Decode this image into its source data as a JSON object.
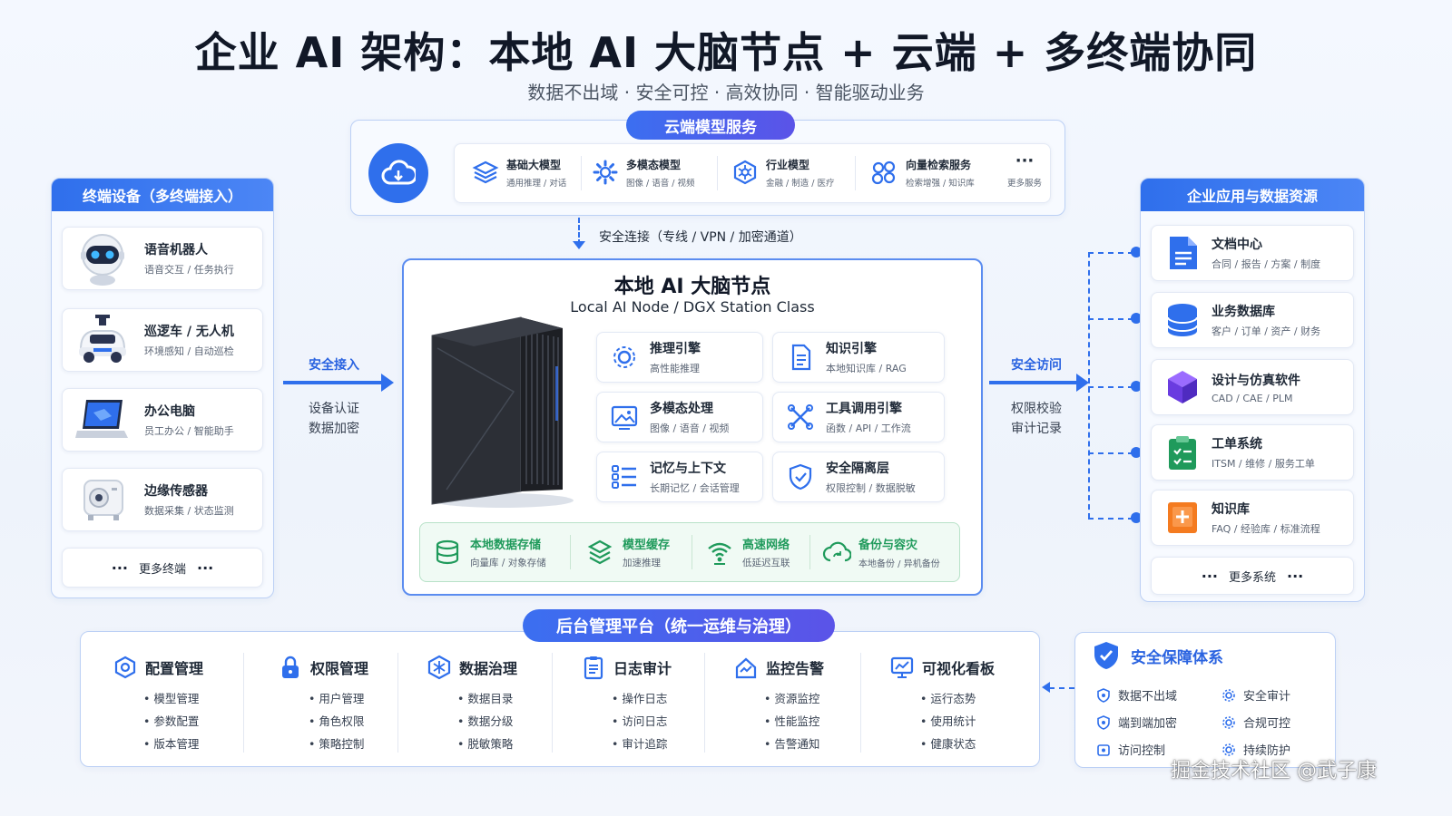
{
  "title": "企业 AI 架构：本地 AI 大脑节点 + 云端 + 多终端协同",
  "subtitle": "数据不出域 · 安全可控 · 高效协同 · 智能驱动业务",
  "cloud": {
    "label": "云端模型服务",
    "items": [
      {
        "name": "基础大模型",
        "desc": "通用推理 / 对话"
      },
      {
        "name": "多模态模型",
        "desc": "图像 / 语音 / 视频"
      },
      {
        "name": "行业模型",
        "desc": "金融 / 制造 / 医疗"
      },
      {
        "name": "向量检索服务",
        "desc": "检索增强 / 知识库"
      }
    ],
    "more": "更多服务"
  },
  "connection_label": "安全连接（专线 / VPN / 加密通道）",
  "terminals": {
    "label": "终端设备（多终端接入）",
    "items": [
      {
        "name": "语音机器人",
        "desc": "语音交互 / 任务执行"
      },
      {
        "name": "巡逻车 / 无人机",
        "desc": "环境感知 / 自动巡检"
      },
      {
        "name": "办公电脑",
        "desc": "员工办公 / 智能助手"
      },
      {
        "name": "边缘传感器",
        "desc": "数据采集 / 状态监测"
      }
    ],
    "more": "更多终端"
  },
  "access_left": {
    "title": "安全接入",
    "line1": "设备认证",
    "line2": "数据加密"
  },
  "access_right": {
    "title": "安全访问",
    "line1": "权限校验",
    "line2": "审计记录"
  },
  "node": {
    "title": "本地 AI 大脑节点",
    "subtitle": "Local AI Node / DGX Station Class",
    "engines": [
      {
        "name": "推理引擎",
        "desc": "高性能推理"
      },
      {
        "name": "知识引擎",
        "desc": "本地知识库 / RAG"
      },
      {
        "name": "多模态处理",
        "desc": "图像 / 语音 / 视频"
      },
      {
        "name": "工具调用引擎",
        "desc": "函数 / API / 工作流"
      },
      {
        "name": "记忆与上下文",
        "desc": "长期记忆 / 会话管理"
      },
      {
        "name": "安全隔离层",
        "desc": "权限控制 / 数据脱敏"
      }
    ],
    "infra": [
      {
        "name": "本地数据存储",
        "desc": "向量库 / 对象存储"
      },
      {
        "name": "模型缓存",
        "desc": "加速推理"
      },
      {
        "name": "高速网络",
        "desc": "低延迟互联"
      },
      {
        "name": "备份与容灾",
        "desc": "本地备份 / 异机备份"
      }
    ]
  },
  "enterprise": {
    "label": "企业应用与数据资源",
    "items": [
      {
        "name": "文档中心",
        "desc": "合同 / 报告 / 方案 / 制度"
      },
      {
        "name": "业务数据库",
        "desc": "客户 / 订单 / 资产 / 财务"
      },
      {
        "name": "设计与仿真软件",
        "desc": "CAD / CAE / PLM"
      },
      {
        "name": "工单系统",
        "desc": "ITSM / 维修 / 服务工单"
      },
      {
        "name": "知识库",
        "desc": "FAQ / 经验库 / 标准流程"
      }
    ],
    "more": "更多系统"
  },
  "mgmt": {
    "label": "后台管理平台（统一运维与治理）",
    "cols": [
      {
        "name": "配置管理",
        "items": [
          "模型管理",
          "参数配置",
          "版本管理"
        ]
      },
      {
        "name": "权限管理",
        "items": [
          "用户管理",
          "角色权限",
          "策略控制"
        ]
      },
      {
        "name": "数据治理",
        "items": [
          "数据目录",
          "数据分级",
          "脱敏策略"
        ]
      },
      {
        "name": "日志审计",
        "items": [
          "操作日志",
          "访问日志",
          "审计追踪"
        ]
      },
      {
        "name": "监控告警",
        "items": [
          "资源监控",
          "性能监控",
          "告警通知"
        ]
      },
      {
        "name": "可视化看板",
        "items": [
          "运行态势",
          "使用统计",
          "健康状态"
        ]
      }
    ]
  },
  "security": {
    "label": "安全保障体系",
    "items": [
      "数据不出域",
      "端到端加密",
      "访问控制",
      "安全审计",
      "合规可控",
      "持续防护"
    ]
  },
  "watermark": "掘金技术社区 @武子康",
  "colors": {
    "primary": "#2f6fec",
    "accent": "#5b53e8",
    "green": "#1f9a5b",
    "orange": "#f47b20"
  }
}
